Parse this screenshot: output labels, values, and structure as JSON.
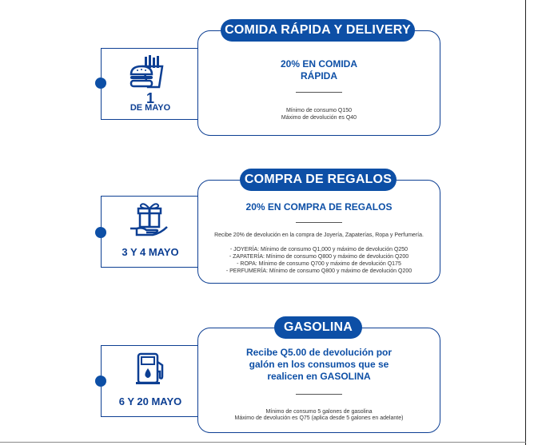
{
  "sections": [
    {
      "banner": "COMIDA RÁPIDA Y DELIVERY",
      "date_line1": "1",
      "date_line2": "DE MAYO",
      "icon": "burger-fries-icon",
      "title_lines": [
        "20% EN COMIDA",
        "RÁPIDA"
      ],
      "notes": [
        "Mínimo de consumo Q150",
        "Máximo de devolución es Q40"
      ]
    },
    {
      "banner": "COMPRA DE REGALOS",
      "date_line1": "3 Y 4 MAYO",
      "icon": "gift-hand-icon",
      "title_lines": [
        "20% EN COMPRA DE REGALOS"
      ],
      "intro": "Recibe 20% de devolución en la compra de Joyería, Zapaterías, Ropa y Perfumería.",
      "notes": [
        "- JOYERÍA: Mínimo de consumo Q1,000 y máximo de devolución Q250",
        "- ZAPATERÍA: Mínimo de consumo Q800 y máximo de devolución Q200",
        "- ROPA: Mínimo de consumo Q700 y máximo de devolución Q175",
        "- PERFUMERÍA: Mínimo de consumo Q800 y máximo de devolución Q200"
      ]
    },
    {
      "banner": "GASOLINA",
      "date_line1": "6 Y 20 MAYO",
      "icon": "fuel-pump-icon",
      "title_lines": [
        "Recibe Q5.00 de devolución por",
        "galón en los consumos que se",
        "realicen en GASOLINA"
      ],
      "notes": [
        "Mínimo de consumo 5 galones de gasolina",
        "Máximo de devolución es Q75 (aplica desde 5 galones en adelante)"
      ]
    }
  ],
  "colors": {
    "primary": "#0d3f93",
    "pill": "#0d4fa6",
    "text": "#333333"
  }
}
